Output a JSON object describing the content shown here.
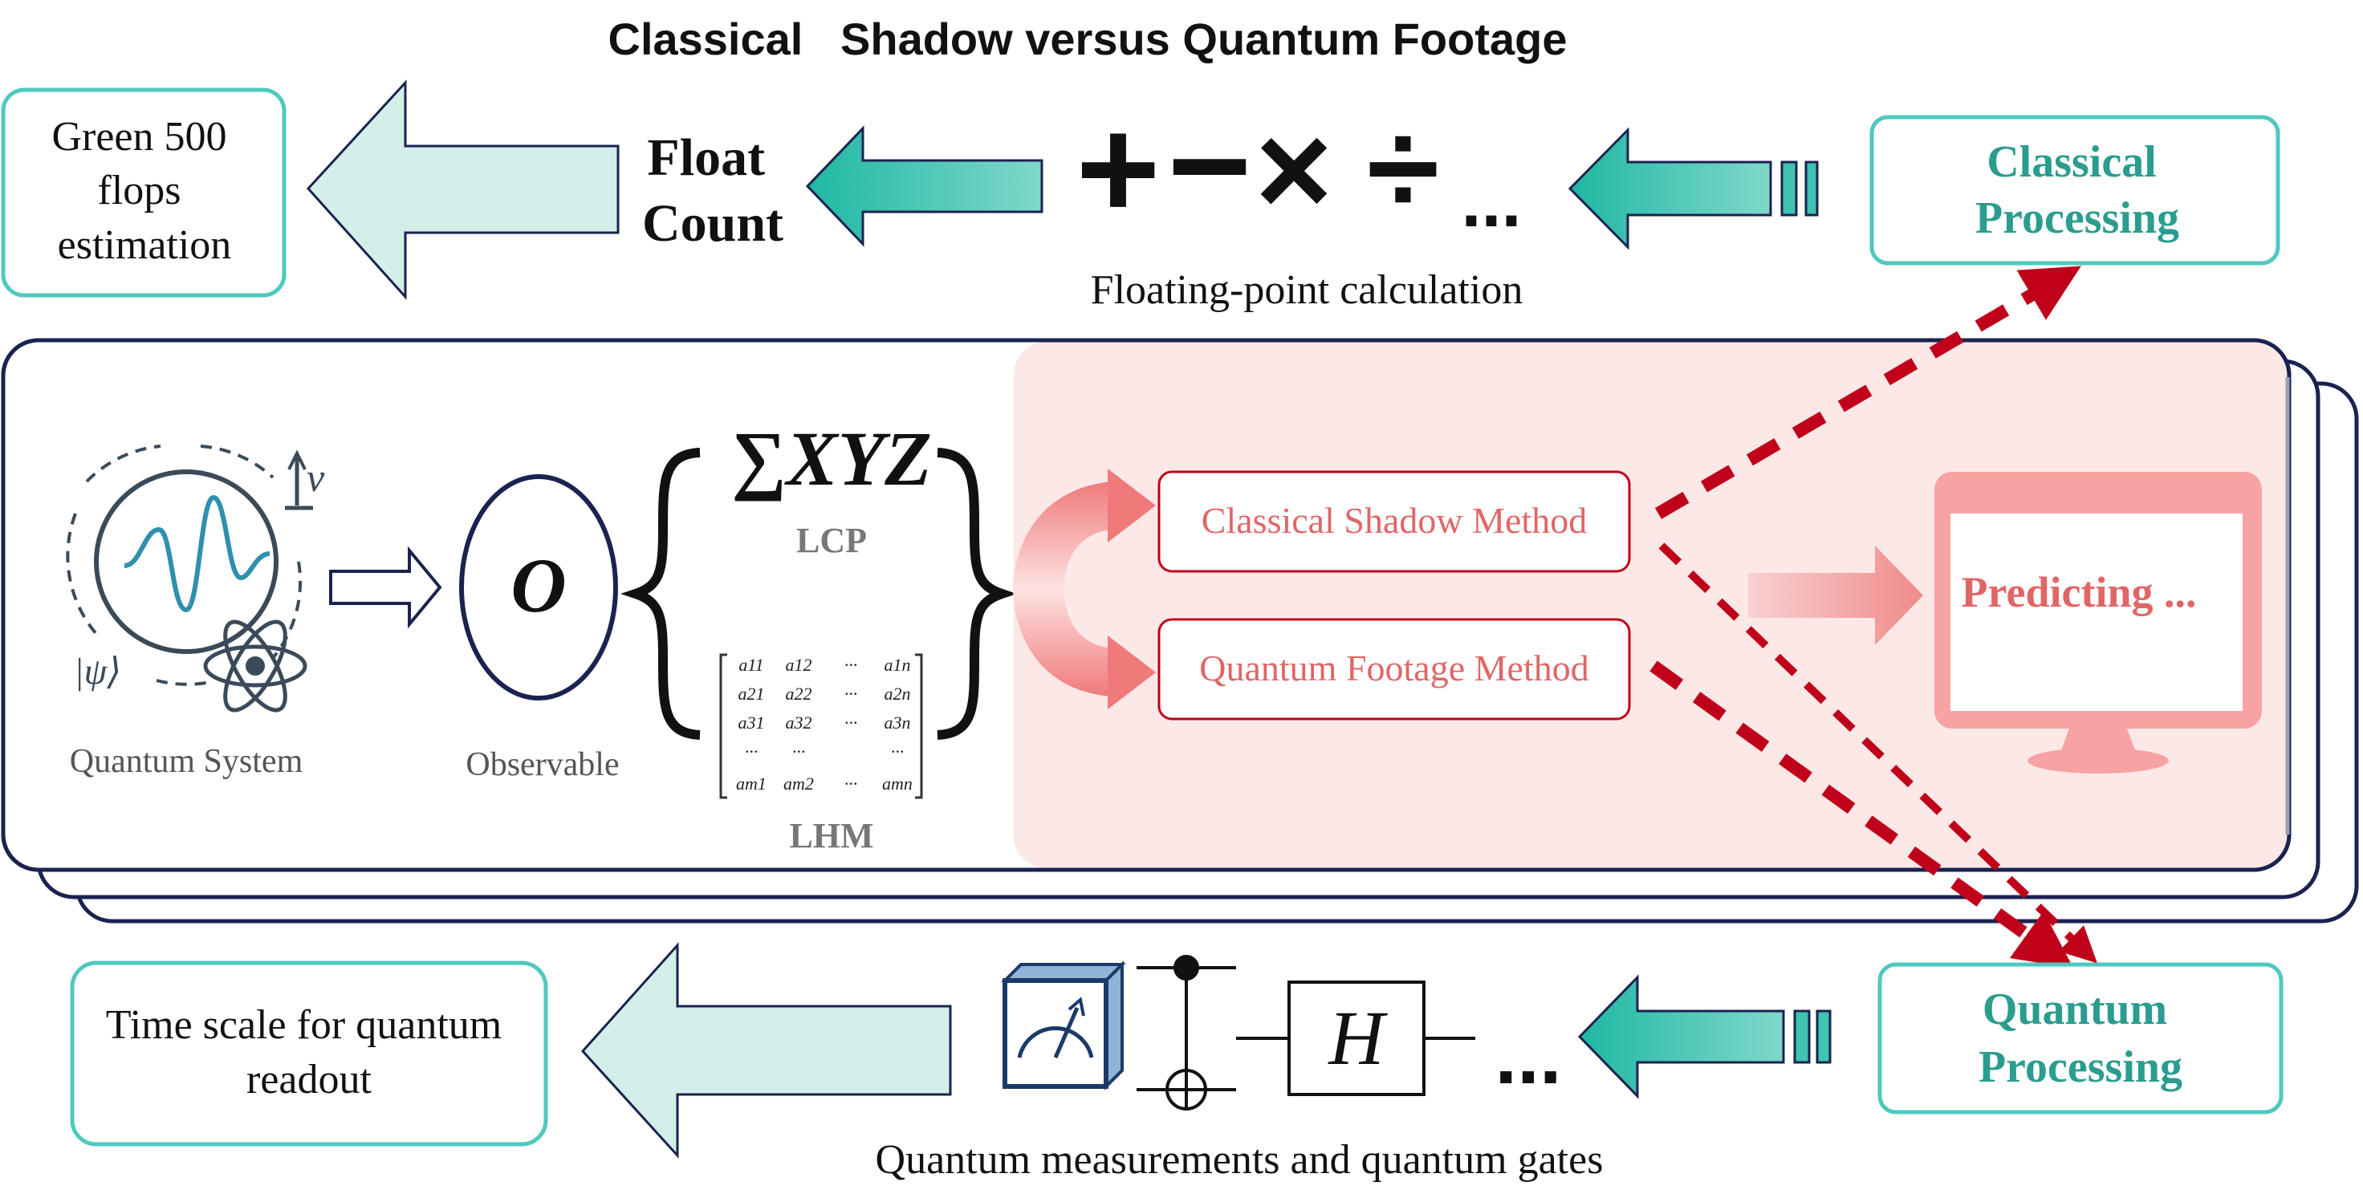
{
  "title": "Classical   Shadow versus Quantum Footage",
  "top_row": {
    "green500_box": [
      "Green 500",
      "flops",
      "estimation"
    ],
    "float_count": [
      "Float",
      "Count"
    ],
    "operators": [
      "+",
      "−",
      "×",
      "÷",
      "..."
    ],
    "caption": "Floating-point calculation",
    "classical_processing": [
      "Classical",
      "Processing"
    ]
  },
  "middle_panel": {
    "quantum_system_label": "Quantum System",
    "nu_symbol": "ν",
    "psi_ket": "|ψ⟩",
    "observable_symbol": "O",
    "observable_label": "Observable",
    "sum_xyz": "∑XYZ",
    "lcp_label": "LCP",
    "lhm_label": "LHM",
    "matrix_rows": [
      [
        "a11",
        "a12",
        "···",
        "a1n"
      ],
      [
        "a21",
        "a22",
        "···",
        "a2n"
      ],
      [
        "a31",
        "a32",
        "···",
        "a3n"
      ],
      [
        "···",
        "···",
        "",
        "···"
      ],
      [
        "am1",
        "am2",
        "···",
        "amn"
      ]
    ],
    "method_classical_shadow": "Classical Shadow Method",
    "method_quantum_footage": "Quantum Footage Method",
    "predicting_text": "Predicting ..."
  },
  "bottom_row": {
    "time_scale_box": [
      "Time scale for quantum",
      "readout"
    ],
    "hadamard": "H",
    "ellipsis": "...",
    "caption": "Quantum measurements and quantum gates",
    "quantum_processing": [
      "Quantum",
      "Processing"
    ]
  },
  "colors": {
    "teal_border": "#4ec9bd",
    "teal_text": "#2a9d8f",
    "teal_arrow": "#3ec4b0",
    "light_teal_arrow": "#d3efe9",
    "navy": "#1a2350",
    "red_dash": "#c0001a",
    "pink_panel": "#fde8e8",
    "method_text": "#e06666",
    "monitor": "#f7a3a3"
  }
}
